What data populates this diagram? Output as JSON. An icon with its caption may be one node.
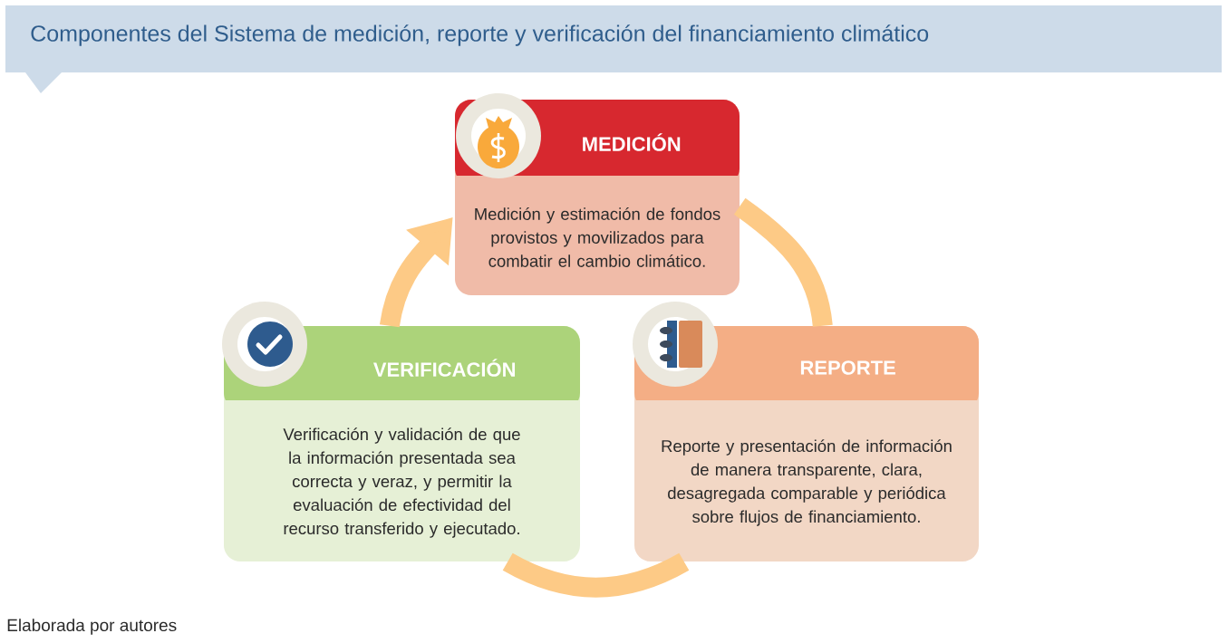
{
  "diagram": {
    "title": "Componentes del Sistema de medición, reporte y verificación del financiamiento climático",
    "caption": "Elaborada por autores",
    "nodes": [
      {
        "text": [
          "MEDICIÓN",
          "Medición y estimación de fondos provistos y movilizados para combatir el cambio climático."
        ]
      },
      {
        "text": [
          "VERIFICACIÓN",
          "Verificación y validación de que la información presentada sea correcta y veraz, y permitir la evaluación de efectividad del recurso transferido y ejecutado."
        ]
      },
      {
        "text": [
          "REPORTE",
          "Reporte y presentación de información de manera transparente, clara, desagregada comparable y periódica sobre flujos de financiamiento."
        ]
      }
    ],
    "edges": [
      {
        "from": 1,
        "to": 0,
        "arrow": "to"
      },
      {
        "from": 0,
        "to": 2,
        "arrow": "none"
      },
      {
        "from": 2,
        "to": 1,
        "arrow": "none"
      }
    ]
  }
}
